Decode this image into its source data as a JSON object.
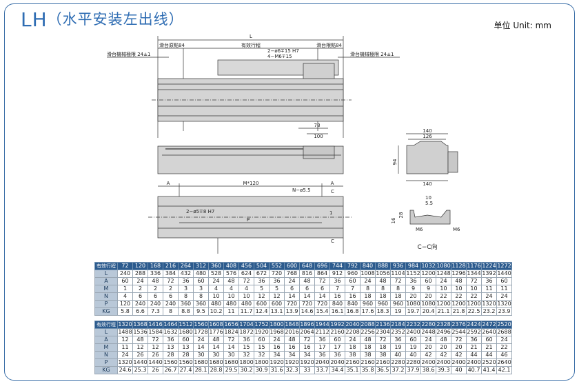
{
  "header": {
    "title_main": "LH",
    "title_sub": "（水平安装左出线）",
    "unit": "单位 Unit: mm"
  },
  "drawing": {
    "L": "L",
    "origin": "滑台原點84",
    "stroke": "有效行程",
    "limit_right": "滑台限點84",
    "mech_limit_left": "滑台機械極限 24±1",
    "mech_limit_right": "滑台機械極限 24±1",
    "hole1": "2−ø6∓15  H7",
    "hole2": "4−M6∓15",
    "dim78": "78",
    "dim100": "100",
    "A": "A",
    "M120": "M*120",
    "Nhole": "N−ø5.5",
    "C": "C",
    "hole3": "2−ø5∓8  H7",
    "P": "P",
    "dim1": "1",
    "end_w1": "140",
    "end_w2": "126",
    "end_h": "94",
    "end_w3": "140",
    "cc10": "10",
    "cc55": "5.5",
    "cc28": "28",
    "cc16": "16",
    "ccM6a": "M6",
    "ccM6b": "M6",
    "cc_label": "C−C向"
  },
  "tables": [
    {
      "rows": [
        {
          "label": "有效行程",
          "values": [
            72,
            120,
            168,
            216,
            264,
            312,
            360,
            408,
            456,
            504,
            552,
            600,
            648,
            696,
            744,
            792,
            840,
            888,
            936,
            984,
            1032,
            1080,
            1128,
            1176,
            1224,
            1272
          ]
        },
        {
          "label": "L",
          "values": [
            240,
            288,
            336,
            384,
            432,
            480,
            528,
            576,
            624,
            672,
            720,
            768,
            816,
            864,
            912,
            960,
            1008,
            1056,
            1104,
            1152,
            1200,
            1248,
            1296,
            1344,
            1392,
            1440
          ]
        },
        {
          "label": "A",
          "values": [
            60,
            24,
            48,
            72,
            36,
            60,
            24,
            48,
            72,
            36,
            36,
            24,
            48,
            72,
            36,
            60,
            24,
            48,
            72,
            36,
            60,
            24,
            48,
            72,
            36,
            60
          ]
        },
        {
          "label": "M",
          "values": [
            1,
            2,
            2,
            2,
            3,
            3,
            4,
            4,
            4,
            5,
            5,
            6,
            6,
            6,
            7,
            7,
            8,
            8,
            8,
            9,
            9,
            10,
            10,
            10,
            11,
            11
          ]
        },
        {
          "label": "N",
          "values": [
            4,
            6,
            6,
            6,
            8,
            8,
            10,
            10,
            10,
            12,
            12,
            14,
            14,
            14,
            16,
            16,
            18,
            18,
            18,
            20,
            20,
            22,
            22,
            22,
            24,
            24
          ]
        },
        {
          "label": "P",
          "values": [
            120,
            240,
            240,
            240,
            360,
            360,
            480,
            480,
            480,
            600,
            600,
            720,
            720,
            720,
            840,
            840,
            960,
            960,
            960,
            1080,
            1080,
            1200,
            1200,
            1200,
            1320,
            1320
          ]
        },
        {
          "label": "KG",
          "values": [
            5.8,
            6.6,
            7.3,
            8,
            8.8,
            9.5,
            10.2,
            11,
            11.7,
            12.4,
            13.1,
            13.9,
            14.6,
            15.4,
            16.1,
            16.8,
            17.6,
            18.3,
            19,
            19.7,
            20.4,
            21.1,
            21.8,
            22.5,
            23.2,
            23.9
          ]
        }
      ]
    },
    {
      "rows": [
        {
          "label": "有效行程",
          "values": [
            1320,
            1368,
            1416,
            1464,
            1512,
            1560,
            1608,
            1656,
            1704,
            1752,
            1800,
            1848,
            1896,
            1944,
            1992,
            2040,
            2088,
            2136,
            2184,
            2232,
            2280,
            2328,
            2376,
            2424,
            2472,
            2520
          ]
        },
        {
          "label": "L",
          "values": [
            1488,
            1536,
            1584,
            1632,
            1680,
            1728,
            1776,
            1824,
            1872,
            1920,
            1968,
            2016,
            2064,
            2112,
            2160,
            2208,
            2256,
            2304,
            2352,
            2400,
            2448,
            2496,
            2544,
            2592,
            2640,
            2688
          ]
        },
        {
          "label": "A",
          "values": [
            12,
            48,
            72,
            36,
            60,
            24,
            48,
            72,
            36,
            60,
            24,
            48,
            72,
            36,
            60,
            24,
            48,
            72,
            36,
            60,
            24,
            48,
            72,
            36,
            60,
            24
          ]
        },
        {
          "label": "M",
          "values": [
            11,
            12,
            12,
            13,
            13,
            14,
            14,
            14,
            15,
            15,
            16,
            16,
            16,
            17,
            17,
            18,
            18,
            18,
            19,
            19,
            20,
            20,
            20,
            21,
            21,
            22
          ]
        },
        {
          "label": "N",
          "values": [
            24,
            26,
            26,
            28,
            28,
            30,
            30,
            30,
            32,
            32,
            34,
            34,
            34,
            36,
            36,
            38,
            38,
            38,
            40,
            40,
            42,
            42,
            42,
            44,
            44,
            46
          ]
        },
        {
          "label": "P",
          "values": [
            1320,
            1440,
            1440,
            1560,
            1560,
            1680,
            1680,
            1680,
            1800,
            1800,
            1920,
            1920,
            1920,
            2040,
            2040,
            2160,
            2160,
            2160,
            2280,
            2280,
            2400,
            2400,
            2400,
            2400,
            2520,
            2640
          ]
        },
        {
          "label": "KG",
          "values": [
            24.6,
            25.3,
            26,
            26.7,
            27.4,
            28.1,
            28.8,
            29.5,
            30.2,
            30.9,
            31.6,
            32.3,
            33,
            33.7,
            34.4,
            35.1,
            35.8,
            36.5,
            37.2,
            37.9,
            38.6,
            39.3,
            40,
            40.7,
            41.4,
            42.1
          ]
        }
      ]
    }
  ]
}
